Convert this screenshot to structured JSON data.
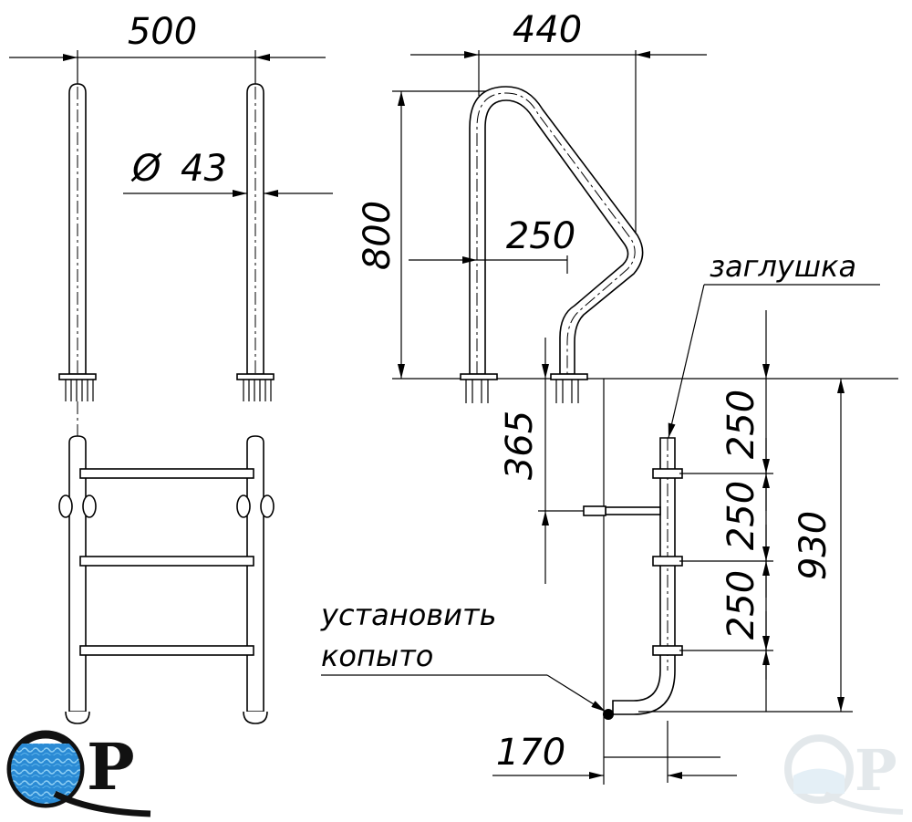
{
  "dimensions": {
    "front_width": "500",
    "diameter": "43",
    "side_width": "440",
    "height": "800",
    "step_offset": "250",
    "anchor_depth": "365",
    "step_1": "250",
    "step_2": "250",
    "step_3": "250",
    "total_depth": "930",
    "bottom_offset": "170"
  },
  "annotations": {
    "plug": "заглушка",
    "install_line1": "установить",
    "install_line2": "копыто"
  },
  "logo": {
    "text_left": "QP",
    "text_right": "QP",
    "dark_color": "#111111",
    "water_color": "#1e7fc8",
    "faded_color": "#d8e4ea"
  }
}
